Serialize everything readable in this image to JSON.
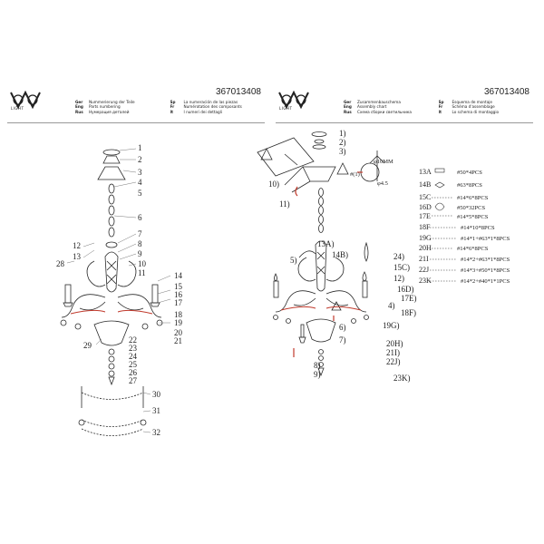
{
  "left": {
    "code": "367013408",
    "logo_text": "LIGHT",
    "legend": [
      {
        "lang": "Ger",
        "text": "Nummerierung der Teile"
      },
      {
        "lang": "Eng",
        "text": "Parts numbering"
      },
      {
        "lang": "Rus",
        "text": "Нумерация деталей"
      },
      {
        "lang": "Sp",
        "text": "La numeración de las piezas"
      },
      {
        "lang": "Fr",
        "text": "Numérotation des composants"
      },
      {
        "lang": "It",
        "text": "I numeri dei dettagli"
      }
    ],
    "callouts_right": [
      "1",
      "2",
      "3",
      "4",
      "5",
      "6",
      "7",
      "8",
      "9",
      "10",
      "11",
      "14",
      "15",
      "16",
      "17",
      "18",
      "19",
      "20",
      "21"
    ],
    "callouts_left": [
      "12",
      "13",
      "28"
    ],
    "callouts_bottom": [
      "29",
      "22",
      "23",
      "24",
      "25",
      "26",
      "27",
      "30",
      "31",
      "32"
    ]
  },
  "right": {
    "code": "367013408",
    "logo_text": "LIGHT",
    "legend": [
      {
        "lang": "Ger",
        "text": "Zusammenbauschema"
      },
      {
        "lang": "Eng",
        "text": "Assembly chart"
      },
      {
        "lang": "Rus",
        "text": "Схема сборки светильника"
      },
      {
        "lang": "Sp",
        "text": "Esquema de montaje"
      },
      {
        "lang": "Fr",
        "text": "Schéma d'assemblage"
      },
      {
        "lang": "It",
        "text": "Lo schema di montaggio"
      }
    ],
    "assembly_callouts": [
      "1)",
      "2)",
      "3)",
      "10)",
      "11)",
      "13A)",
      "14B)",
      "24)",
      "15C)",
      "12)",
      "16D)",
      "17E)",
      "4)",
      "18F)",
      "19G)",
      "20H)",
      "21I)",
      "22J)",
      "23K)",
      "5)",
      "6)",
      "7)",
      "8)",
      "9)"
    ],
    "wall_label": "#(1)",
    "dims": [
      "φ10MM",
      "φ4.5"
    ],
    "parts": [
      {
        "code": "13A",
        "spec": "#50*4PCS"
      },
      {
        "code": "14B",
        "spec": "#63*8PCS"
      },
      {
        "code": "15C",
        "spec": "#14*6*8PCS"
      },
      {
        "code": "16D",
        "spec": "#50*32PCS"
      },
      {
        "code": "17E",
        "spec": "#14*5*8PCS"
      },
      {
        "code": "18F",
        "spec": "#14*10*8PCS"
      },
      {
        "code": "19G",
        "spec": "#14*1+#63*1*8PCS"
      },
      {
        "code": "20H",
        "spec": "#14*6*8PCS"
      },
      {
        "code": "21I",
        "spec": "#14*2+#63*1*8PCS"
      },
      {
        "code": "22J",
        "spec": "#14*3+#50*1*8PCS"
      },
      {
        "code": "23K",
        "spec": "#14*2+#40*1*1PCS"
      }
    ]
  },
  "colors": {
    "line": "#2a2a2a",
    "accent": "#c0392b",
    "rule": "#999999"
  }
}
